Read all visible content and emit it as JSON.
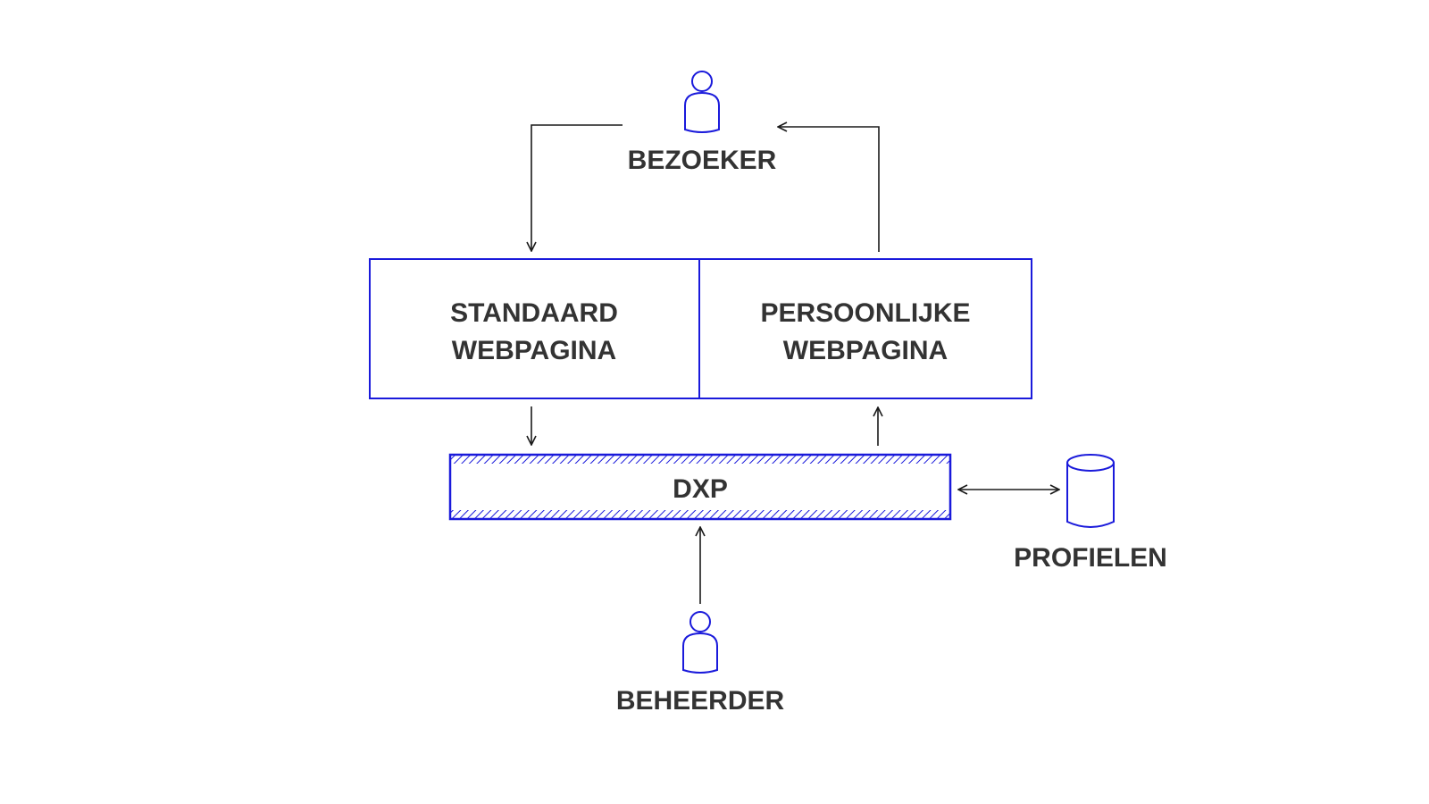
{
  "diagram": {
    "nodes": {
      "visitor": {
        "label": "BEZOEKER",
        "icon": "person-icon"
      },
      "standard_page": {
        "line1": "STANDAARD",
        "line2": "WEBPAGINA"
      },
      "personal_page": {
        "line1": "PERSOONLIJKE",
        "line2": "WEBPAGINA"
      },
      "dxp": {
        "label": "DXP"
      },
      "profiles": {
        "label": "PROFIELEN",
        "icon": "database-icon"
      },
      "admin": {
        "label": "BEHEERDER",
        "icon": "person-icon"
      }
    },
    "edges": [
      {
        "from": "visitor",
        "to": "standard_page"
      },
      {
        "from": "personal_page",
        "to": "visitor"
      },
      {
        "from": "standard_page",
        "to": "dxp"
      },
      {
        "from": "dxp",
        "to": "personal_page"
      },
      {
        "from": "dxp",
        "to": "profiles",
        "bidirectional": true
      },
      {
        "from": "admin",
        "to": "dxp"
      }
    ],
    "colors": {
      "accent": "#1a1adb",
      "text": "#333333",
      "line": "#1a1a1a"
    }
  }
}
